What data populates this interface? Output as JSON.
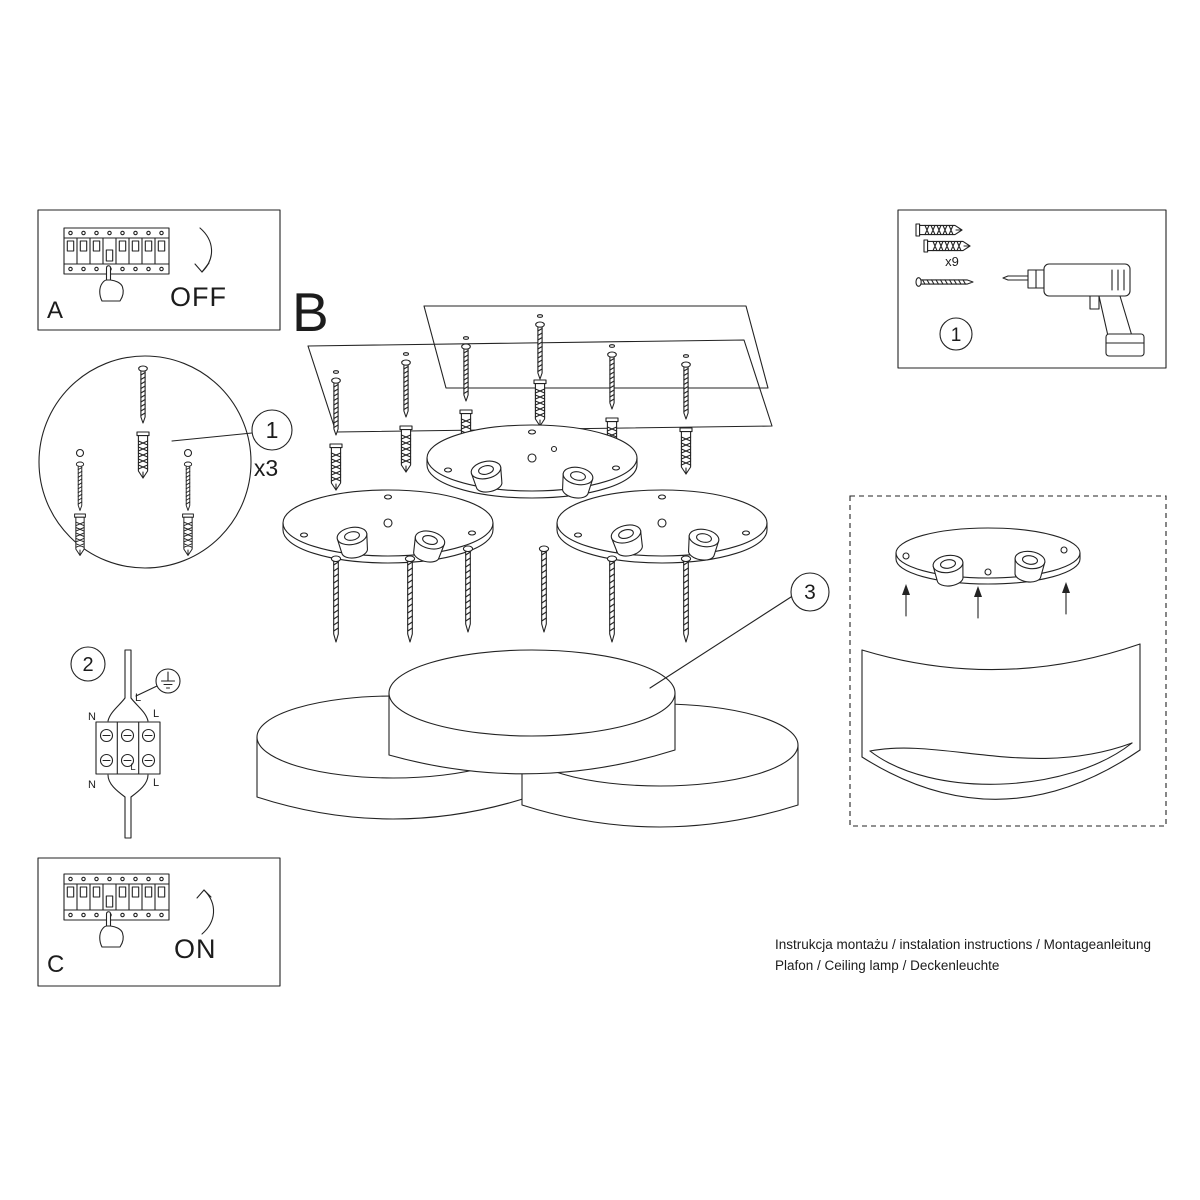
{
  "steps": {
    "a": "A",
    "b": "B",
    "c": "C"
  },
  "switch": {
    "off": "OFF",
    "on": "ON"
  },
  "badges": {
    "anchors": "1",
    "hardware": "1",
    "wiring": "2",
    "shade": "3"
  },
  "counts": {
    "anchors": "x3",
    "screws": "x9"
  },
  "wiring_labels": {
    "top_l": "L",
    "left_n": "N",
    "right_l": "L",
    "block_l": "L",
    "bottom_n": "N",
    "bottom_l": "L"
  },
  "footer": {
    "line1": "Instrukcja montażu / instalation instructions / Montageanleitung",
    "line2": "Plafon / Ceiling lamp / Deckenleuchte"
  }
}
